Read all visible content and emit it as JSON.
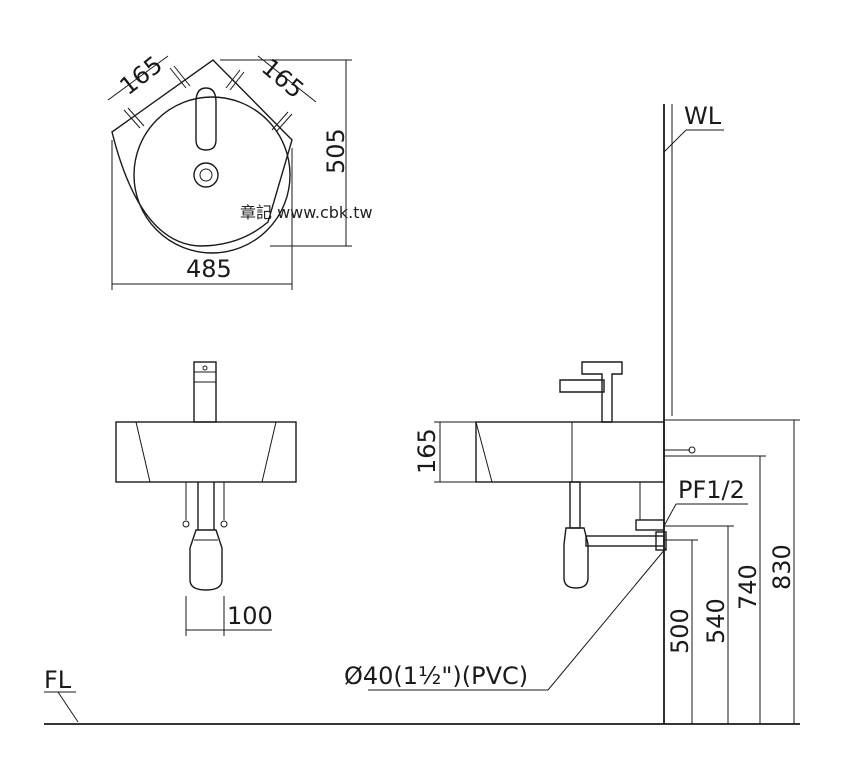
{
  "top_view": {
    "dim_left_diag": "165",
    "dim_right_diag": "165",
    "dim_depth": "505",
    "dim_width": "485",
    "watermark": "章記 www.cbk.tw"
  },
  "front_view": {
    "dim_trap_spacing": "100"
  },
  "side_view": {
    "wall_label": "WL",
    "floor_label": "FL",
    "dim_basin_height": "165",
    "supply_label": "PF1/2",
    "drain_label": "Ø40(1½\")(PVC)",
    "dim_drain_height": "500",
    "dim_supply_height": "540",
    "dim_valve_height": "740",
    "dim_rim_height": "830"
  }
}
